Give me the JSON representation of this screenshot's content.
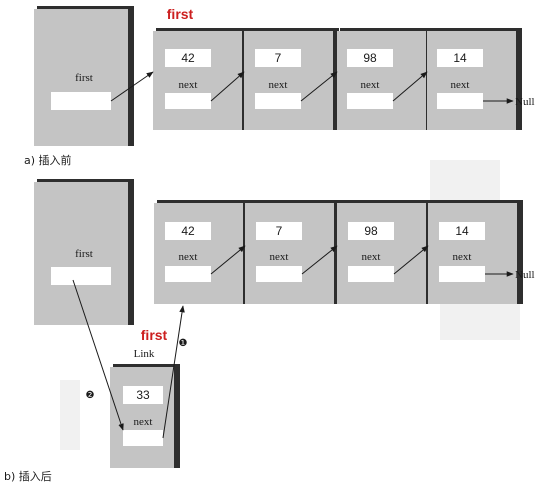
{
  "colors": {
    "highlight": "#cc1f1f",
    "node_fill": "#c4c4c4",
    "shadow": "#2e2e2e"
  },
  "part_a": {
    "caption": "a) 插入前",
    "first_red": "first",
    "head_label": "first",
    "nodes": [
      {
        "value": "42",
        "next_label": "next"
      },
      {
        "value": "7",
        "next_label": "next"
      },
      {
        "value": "98",
        "next_label": "next"
      },
      {
        "value": "14",
        "next_label": "next"
      }
    ],
    "null_label": "Null"
  },
  "part_b": {
    "caption": "b) 插入后",
    "head_label": "first",
    "nodes": [
      {
        "value": "42",
        "next_label": "next"
      },
      {
        "value": "7",
        "next_label": "next"
      },
      {
        "value": "98",
        "next_label": "next"
      },
      {
        "value": "14",
        "next_label": "next"
      }
    ],
    "null_label": "Null",
    "new_node": {
      "first_red": "first",
      "title": "Link",
      "value": "33",
      "next_label": "next"
    },
    "step_one": "❶",
    "step_two": "❷"
  }
}
